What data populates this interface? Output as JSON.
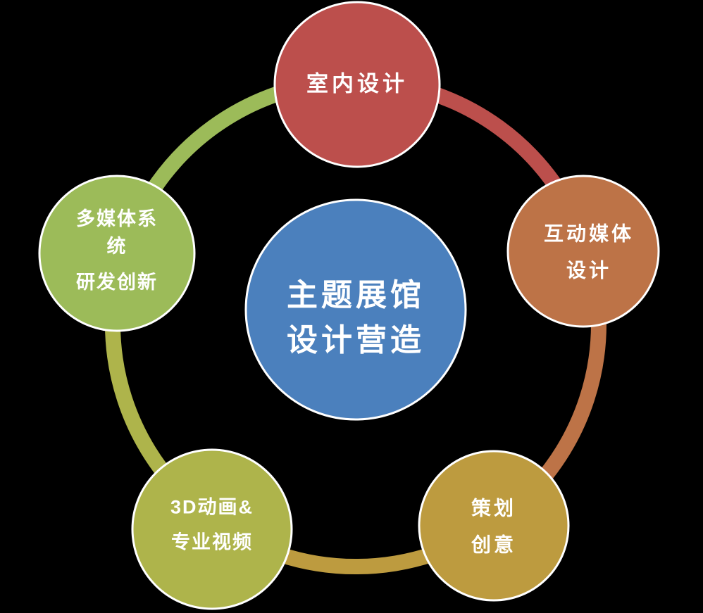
{
  "diagram": {
    "background_color": "#000000",
    "center": {
      "id": "theme-pavilion-design",
      "lines": [
        "主题展馆",
        "设计营造"
      ],
      "color": "#4b80bd"
    },
    "nodes": [
      {
        "id": "interior-design",
        "lines": [
          "室内设计"
        ],
        "color": "#bc4f4c"
      },
      {
        "id": "interactive-media-design",
        "lines": [
          "互动媒体",
          "设计"
        ],
        "color": "#bd7347"
      },
      {
        "id": "planning-creative",
        "lines": [
          "策划",
          "创意"
        ],
        "color": "#bd9b3f"
      },
      {
        "id": "animation-video",
        "lines": [
          "3D动画&",
          "专业视频"
        ],
        "color": "#aeb44b"
      },
      {
        "id": "multimedia-rd",
        "lines": [
          "多媒体系",
          "统",
          "研发创新"
        ],
        "color": "#9cbb59"
      }
    ],
    "ring": {
      "segments": [
        {
          "from": "interior-design",
          "to": "interactive-media-design",
          "color": "#bc4f4c"
        },
        {
          "from": "interactive-media-design",
          "to": "planning-creative",
          "color": "#bd7347"
        },
        {
          "from": "planning-creative",
          "to": "animation-video",
          "color": "#bd9b3f"
        },
        {
          "from": "animation-video",
          "to": "multimedia-rd",
          "color": "#aeb44b"
        },
        {
          "from": "multimedia-rd",
          "to": "interior-design",
          "color": "#9cbb59"
        }
      ]
    }
  }
}
